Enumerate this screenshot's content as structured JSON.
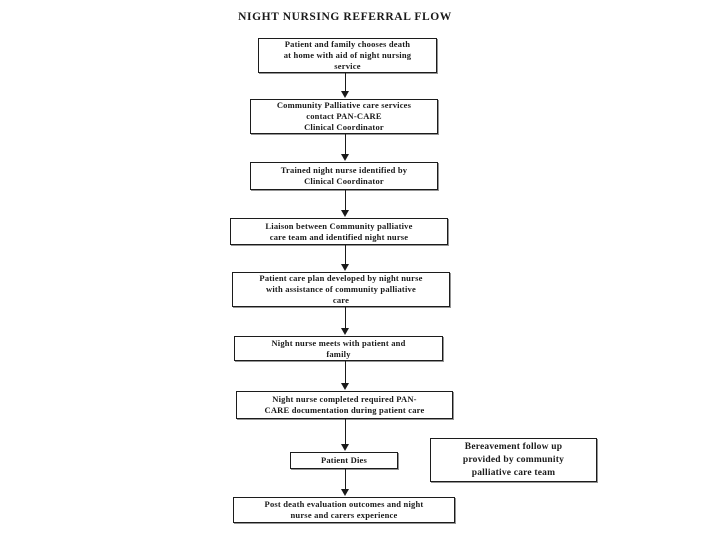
{
  "slide": {
    "title": "NIGHT NURSING REFERRAL FLOW",
    "background_color": "#ffffff",
    "box_border_color": "#1c1c1c",
    "text_color": "#1a1a1a"
  },
  "flow": {
    "nodes": [
      {
        "id": "patient-choice",
        "text": "Patient and family chooses death\nat home with aid of night nursing\nservice"
      },
      {
        "id": "contact-pancare",
        "text": "Community Palliative care services\ncontact PAN-CARE\nClinical Coordinator"
      },
      {
        "id": "nurse-identified",
        "text": "Trained night nurse identified by\nClinical Coordinator"
      },
      {
        "id": "liaison",
        "text": "Liaison between Community palliative\ncare team and identified night nurse"
      },
      {
        "id": "care-plan",
        "text": "Patient care plan developed by night nurse\nwith assistance of community palliative\ncare"
      },
      {
        "id": "nurse-meets-family",
        "text": "Night nurse meets with patient and\nfamily"
      },
      {
        "id": "documentation",
        "text": "Night nurse completed required PAN-\nCARE documentation during patient care"
      },
      {
        "id": "patient-dies",
        "text": "Patient Dies"
      },
      {
        "id": "post-death-evaluation",
        "text": "Post death evaluation outcomes and night\nnurse and carers experience"
      }
    ],
    "side_node": {
      "id": "bereavement-follow-up",
      "text": "Bereavement follow up\nprovided by community\npalliative care team"
    },
    "connector_count": 8
  }
}
